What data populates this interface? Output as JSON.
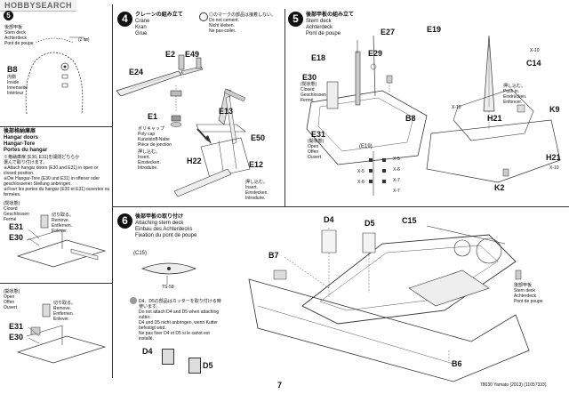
{
  "watermark": "HOBBYSEARCH",
  "page_number": "7",
  "footer": "78030 Yamato (2013) (11057333)",
  "sidebar": {
    "step_number": "5",
    "stern_deck": [
      "後部甲板",
      "Stern deck",
      "Achterdeck",
      "Pont de poupe"
    ],
    "b8_label": "B8",
    "b8_notes": [
      "内側",
      "Inside",
      "Innenseite",
      "Intérieur"
    ],
    "dim": "(2 ㎜)",
    "hangar_title": [
      "後部格納庫扉",
      "Hangar doors",
      "Hangar-Tore",
      "Portes du hangar"
    ],
    "hangar_desc": [
      "※格納庫扉 (E30, E31)を開閉どちらか",
      "選んで取り付けます。",
      "※Attach hangar doors (E30 and E31) in open or",
      "closed position.",
      "※Die Hangar-Tore (E30 und E31) in offener oder",
      "geschlossener Stellung anbringen.",
      "※Fixer les portes du hangar (E30 et E31) ouvertes ou",
      "fermées."
    ],
    "closed": [
      "(閉状態)",
      "Closed",
      "Geschlossen",
      "Fermé"
    ],
    "open": [
      "(開状態)",
      "Open",
      "Offen",
      "Ouvert"
    ],
    "remove_1": [
      "切り取る。",
      "Remove.",
      "Entfernen.",
      "Enlever."
    ],
    "remove_2": [
      "切り取る。",
      "Remove.",
      "Entfernen.",
      "Enlever."
    ],
    "e31a": "E31",
    "e30a": "E30",
    "e31b": "E31",
    "e30b": "E30"
  },
  "step4": {
    "number": "4",
    "title": [
      "クレーンの組み立て",
      "Crane",
      "Kran",
      "Grue"
    ],
    "glue_note": [
      "◎のマークの部品は接着しない。",
      "Do not cement.",
      "Nicht kleben.",
      "Ne pas coller."
    ],
    "parts": [
      "E2",
      "E49",
      "E24",
      "E1",
      "E13",
      "E50",
      "H22",
      "E12"
    ],
    "polycap": [
      "ポリキャップ",
      "Poly cap",
      "Kunststoff-Nabe",
      "Pièce de jonction"
    ],
    "insert1": [
      "押し込む。",
      "Insert.",
      "Einstecken.",
      "Introduire."
    ],
    "insert2": [
      "押し込む。",
      "Insert.",
      "Einstecken.",
      "Introduire."
    ]
  },
  "step5": {
    "number": "5",
    "title": [
      "後部甲板の組み立て",
      "Stern deck",
      "Achterdeck",
      "Pont de poupe"
    ],
    "parts": [
      "E27",
      "E19",
      "E18",
      "E29",
      "E30",
      "B8",
      "E31",
      "(E19)",
      "X-10",
      "C14",
      "H21",
      "K9",
      "X-10",
      "H21",
      "K2",
      "X-10"
    ],
    "closed": [
      "(閉状態)",
      "Closed",
      "Geschlossen",
      "Fermé"
    ],
    "open": [
      "(開状態)",
      "Open",
      "Offen",
      "Ouvert"
    ],
    "push": [
      "押し込む。",
      "Push in.",
      "Eindrücken.",
      "Enfoncer."
    ],
    "x_labels": [
      "X-5",
      "X-5",
      "X-6",
      "X-6",
      "X-7",
      "X-7"
    ]
  },
  "step6": {
    "number": "6",
    "title": [
      "後部甲板の取り付け",
      "Attaching stern deck",
      "Einbau des Achterdecks",
      "Fixation du pont de poupe"
    ],
    "c15_label": "(C15)",
    "ts": "TS-58",
    "cut_note": [
      "D4、D5の部品はカッターを取り付ける時",
      "使います。",
      "Do not attach D4 and D5 when attaching",
      "cutter.",
      "D4 und D5 nicht anbringen, wenn Kutter",
      "befestigt wird.",
      "Ne pas fixer D4 et D5 si le canot est",
      "installé."
    ],
    "parts": [
      "D4",
      "D5",
      "C15",
      "B7",
      "D4",
      "D5",
      "B6"
    ],
    "stern_deck": [
      "後部甲板",
      "Stern deck",
      "Achterdeck",
      "Pont de poupe"
    ]
  }
}
